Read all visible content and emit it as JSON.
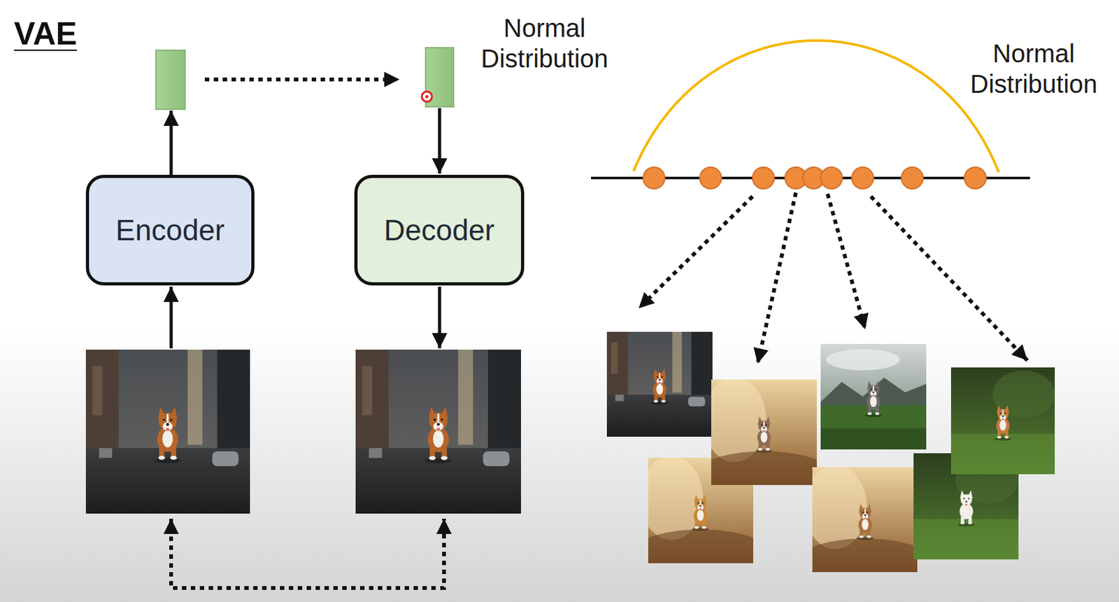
{
  "diagram": {
    "title": "VAE",
    "nodes": [
      {
        "text": [
          "Encoder"
        ]
      },
      {
        "text": [
          "Decoder"
        ]
      }
    ],
    "labels": [
      "Normal Distribution",
      "Normal Distribution"
    ]
  }
}
